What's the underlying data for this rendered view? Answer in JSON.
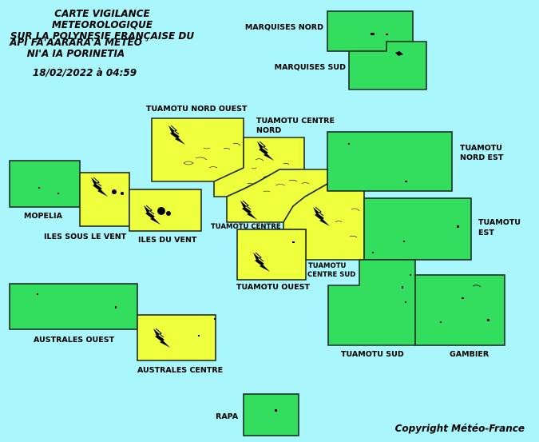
{
  "header": {
    "title_fr_line1": "CARTE VIGILANCE METEOROLOGIQUE",
    "title_fr_line2": "SUR LA POLYNESIE FRANÇAISE DU",
    "title_tah_line1": "API FA'AARARA'A METEO",
    "title_tah_line2": "NI'A IA PORINETIA",
    "datetime": "18/02/2022 à 04:59"
  },
  "colors": {
    "ocean": "#a9f7fd",
    "green": "#33dd5e",
    "yellow": "#eeff3d",
    "border": "#1f2a22"
  },
  "zones": [
    {
      "id": "marquises-nord",
      "label": "MARQUISES NORD",
      "level": "green"
    },
    {
      "id": "marquises-sud",
      "label": "MARQUISES SUD",
      "level": "green"
    },
    {
      "id": "tuamotu-nord-ouest",
      "label": "TUAMOTU NORD OUEST",
      "level": "yellow",
      "thunder": true
    },
    {
      "id": "tuamotu-centre-nord",
      "label_line1": "TUAMOTU CENTRE",
      "label_line2": "NORD",
      "level": "yellow",
      "thunder": true
    },
    {
      "id": "tuamotu-nord-est",
      "label_line1": "TUAMOTU",
      "label_line2": "NORD EST",
      "level": "green"
    },
    {
      "id": "mopelia",
      "label": "MOPELIA",
      "level": "green"
    },
    {
      "id": "iles-sous-le-vent",
      "label": "ILES SOUS LE VENT",
      "level": "yellow",
      "thunder": true
    },
    {
      "id": "iles-du-vent",
      "label": "ILES DU VENT",
      "level": "yellow",
      "thunder": true
    },
    {
      "id": "tuamotu-centre",
      "label": "TUAMOTU CENTRE",
      "level": "yellow",
      "thunder": true
    },
    {
      "id": "tuamotu-centre-sud",
      "label_line1": "TUAMOTU",
      "label_line2": "CENTRE SUD",
      "level": "yellow",
      "thunder": true
    },
    {
      "id": "tuamotu-est",
      "label_line1": "TUAMOTU",
      "label_line2": "EST",
      "level": "green"
    },
    {
      "id": "tuamotu-ouest",
      "label": "TUAMOTU OUEST",
      "level": "yellow",
      "thunder": true
    },
    {
      "id": "tuamotu-sud",
      "label": "TUAMOTU SUD",
      "level": "green"
    },
    {
      "id": "gambier",
      "label": "GAMBIER",
      "level": "green"
    },
    {
      "id": "australes-ouest",
      "label": "AUSTRALES OUEST",
      "level": "green"
    },
    {
      "id": "australes-centre",
      "label": "AUSTRALES CENTRE",
      "level": "yellow",
      "thunder": true
    },
    {
      "id": "rapa",
      "label": "RAPA",
      "level": "green"
    }
  ],
  "footer": {
    "copyright": "Copyright Météo-France"
  }
}
